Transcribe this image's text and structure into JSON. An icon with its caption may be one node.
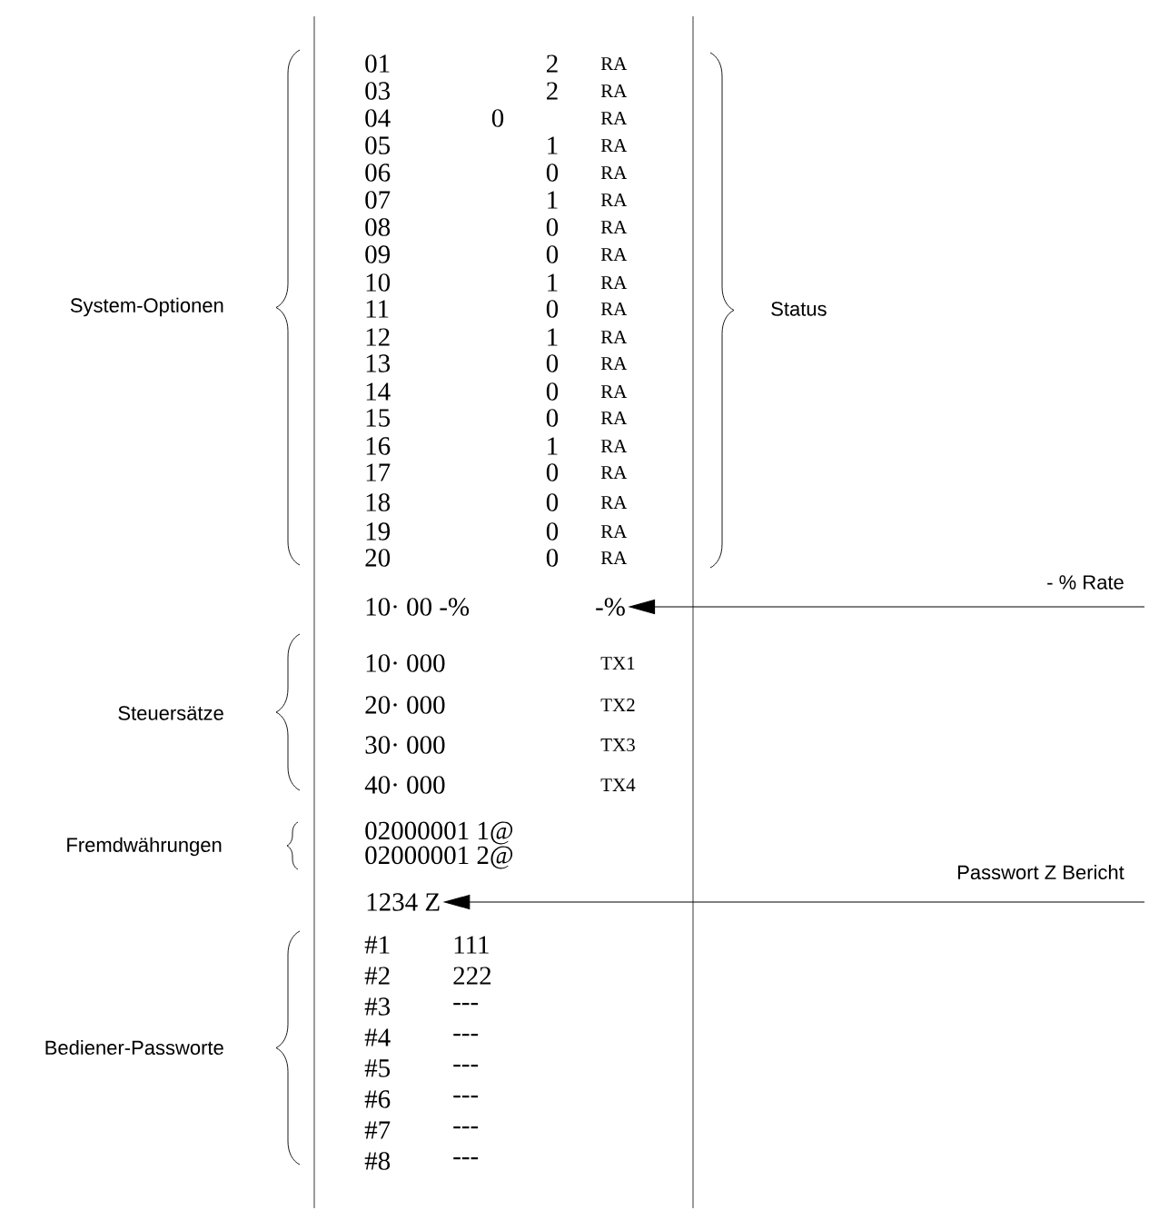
{
  "diagram": {
    "nodes": [
      {
        "text": [
          "- % Rate"
        ]
      },
      {
        "text": [
          "-%"
        ]
      },
      {
        "text": [
          "Passwort Z Bericht"
        ]
      },
      {
        "text": [
          "1234 Z"
        ]
      }
    ],
    "edges": [
      {
        "from": 0,
        "to": 1,
        "arrow": "to"
      },
      {
        "from": 2,
        "to": 3,
        "arrow": "to"
      }
    ],
    "labels": [
      "System-Optionen",
      "Status",
      "01",
      "2",
      "RA",
      "03",
      "2",
      "RA",
      "04",
      "0",
      "RA",
      "05",
      "1",
      "RA",
      "06",
      "0",
      "RA",
      "07",
      "1",
      "RA",
      "08",
      "0",
      "RA",
      "09",
      "0",
      "RA",
      "10",
      "1",
      "RA",
      "11",
      "0",
      "RA",
      "12",
      "1",
      "RA",
      "13",
      "0",
      "RA",
      "14",
      "0",
      "RA",
      "15",
      "0",
      "RA",
      "16",
      "1",
      "RA",
      "17",
      "0",
      "RA",
      "18",
      "0",
      "RA",
      "19",
      "0",
      "RA",
      "20",
      "0",
      "RA",
      "10· 00 -%",
      "Steuersätze",
      "10· 000",
      "TX1",
      "20· 000",
      "TX2",
      "30· 000",
      "TX3",
      "40· 000",
      "TX4",
      "Fremdwährungen",
      "02000001 1@",
      "02000001 2@",
      "Bediener-Passworte",
      "#1",
      "111",
      "#2",
      "222",
      "#3",
      "---",
      "#4",
      "---",
      "#5",
      "---",
      "#6",
      "---",
      "#7",
      "---",
      "#8",
      "---"
    ]
  }
}
